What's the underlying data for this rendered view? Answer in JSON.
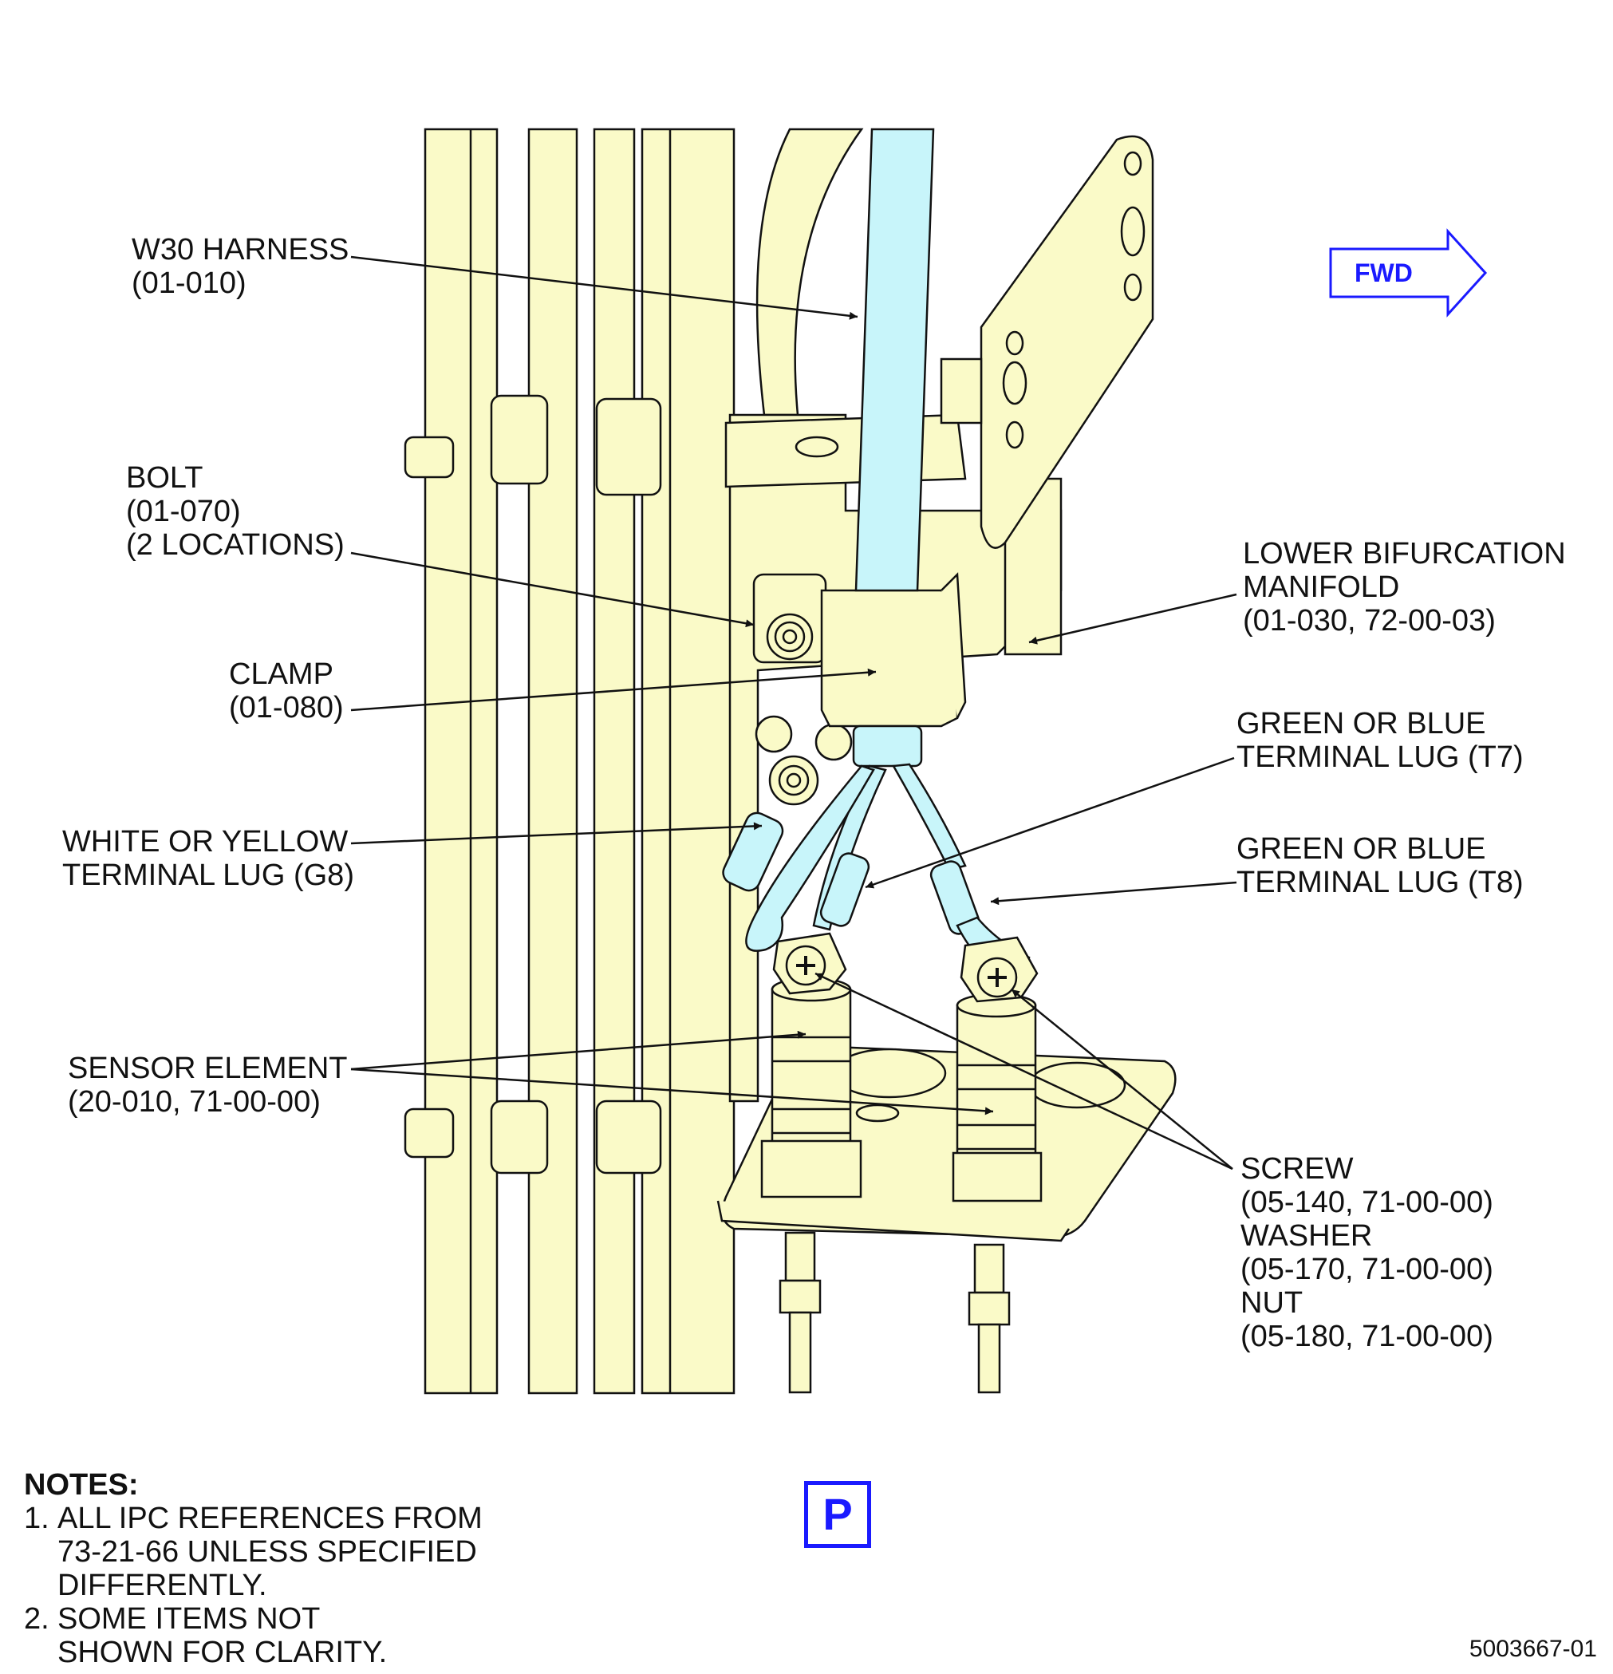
{
  "callouts": [
    {
      "lines": [
        "W30 HARNESS",
        "(01-010)"
      ]
    },
    {
      "lines": [
        "BOLT",
        "(01-070)",
        "(2 LOCATIONS)"
      ]
    },
    {
      "lines": [
        "CLAMP",
        "(01-080)"
      ]
    },
    {
      "lines": [
        "WHITE OR YELLOW",
        "TERMINAL LUG (G8)"
      ]
    },
    {
      "lines": [
        "SENSOR ELEMENT",
        "(20-010, 71-00-00)"
      ]
    },
    {
      "lines": [
        "LOWER BIFURCATION",
        "MANIFOLD",
        "(01-030, 72-00-03)"
      ]
    },
    {
      "lines": [
        "GREEN OR BLUE",
        "TERMINAL LUG (T7)"
      ]
    },
    {
      "lines": [
        "GREEN OR BLUE",
        "TERMINAL LUG (T8)"
      ]
    },
    {
      "lines": [
        "SCREW",
        "(05-140, 71-00-00)",
        "WASHER",
        "(05-170, 71-00-00)",
        "NUT",
        "(05-180, 71-00-00)"
      ]
    }
  ],
  "direction_indicator": "FWD",
  "notes": {
    "heading": "NOTES:",
    "items": [
      {
        "num": "1.",
        "lines": [
          "ALL IPC REFERENCES FROM",
          "73-21-66 UNLESS SPECIFIED",
          "DIFFERENTLY."
        ]
      },
      {
        "num": "2.",
        "lines": [
          "SOME ITEMS NOT",
          "SHOWN FOR CLARITY."
        ]
      }
    ]
  },
  "p_marker": "P",
  "figure_number": "5003667-01",
  "colors": {
    "part_fill": "#fafac8",
    "harness_fill": "#c8f5fa",
    "outline": "#111111",
    "fwd_blue": "#1a1aff"
  }
}
